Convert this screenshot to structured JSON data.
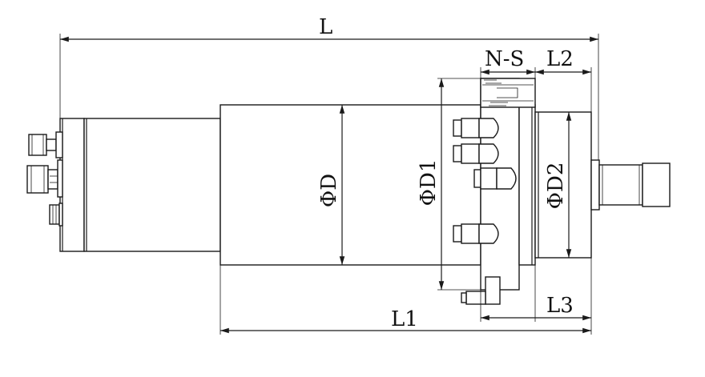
{
  "dimensions": {
    "overall_length": "L",
    "body_length": "L1",
    "nose_length": "L2",
    "flange_length": "L3",
    "thread_spec": "N-S",
    "body_diameter": "ΦD",
    "flange_diameter": "ΦD1",
    "nose_diameter": "ΦD2"
  }
}
